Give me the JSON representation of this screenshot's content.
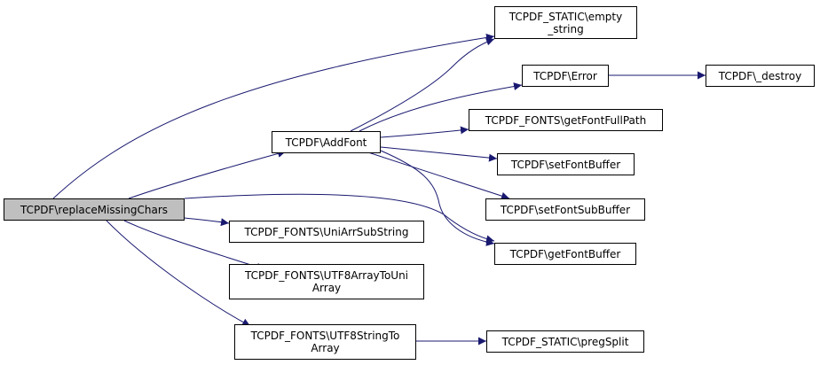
{
  "graph": {
    "root": {
      "line1": "TCPDF\\replaceMissingChars"
    },
    "addfont": {
      "line1": "TCPDF\\AddFont"
    },
    "empty_string": {
      "line1": "TCPDF_STATIC\\empty",
      "line2": "_string"
    },
    "error": {
      "line1": "TCPDF\\Error"
    },
    "destroy": {
      "line1": "TCPDF\\_destroy"
    },
    "getfontfullpath": {
      "line1": "TCPDF_FONTS\\getFontFullPath"
    },
    "setfontbuffer": {
      "line1": "TCPDF\\setFontBuffer"
    },
    "setfontsubbuffer": {
      "line1": "TCPDF\\setFontSubBuffer"
    },
    "getfontbuffer": {
      "line1": "TCPDF\\getFontBuffer"
    },
    "uniarrsubstring": {
      "line1": "TCPDF_FONTS\\UniArrSubString"
    },
    "utf8arraytouni": {
      "line1": "TCPDF_FONTS\\UTF8ArrayToUni",
      "line2": "Array"
    },
    "utf8stringto": {
      "line1": "TCPDF_FONTS\\UTF8StringTo",
      "line2": "Array"
    },
    "pregsplit": {
      "line1": "TCPDF_STATIC\\pregSplit"
    }
  },
  "colors": {
    "edge": "#191970",
    "root_fill": "#bfbfbf",
    "node_border": "#000000"
  }
}
